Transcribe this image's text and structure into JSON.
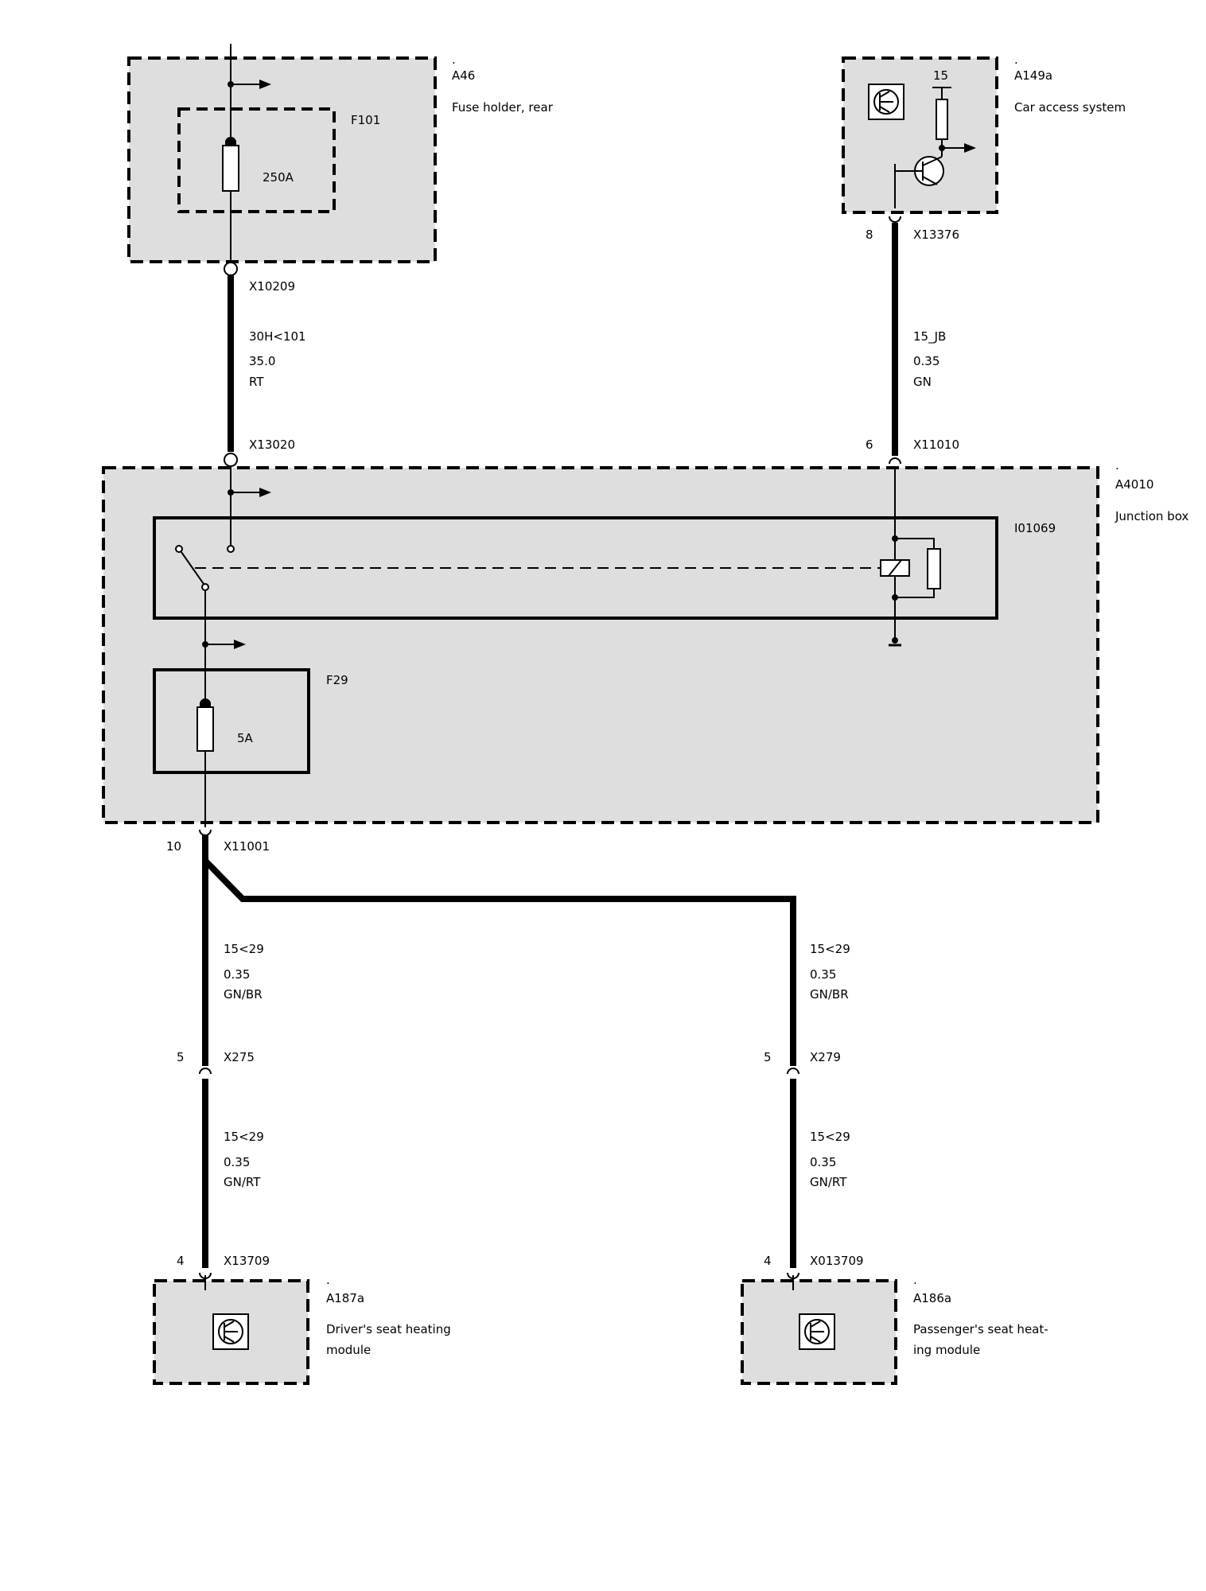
{
  "colors": {
    "module_fill": "#dedede",
    "line": "#000000"
  },
  "components": {
    "a46": {
      "dot": ".",
      "id": "A46",
      "desc": "Fuse holder, rear",
      "fuse_id": "F101",
      "fuse_rating": "250A"
    },
    "a149a": {
      "dot": ".",
      "id": "A149a",
      "desc": "Car access system",
      "terminal": "15",
      "icon": "transistor-icon"
    },
    "a4010": {
      "dot": ".",
      "id": "A4010",
      "desc": "Junction box",
      "relay_id": "I01069",
      "fuse_id": "F29",
      "fuse_rating": "5A"
    },
    "a187a": {
      "dot": ".",
      "id": "A187a",
      "desc_line1": "Driver's seat heating",
      "desc_line2": "module",
      "icon": "transistor-icon"
    },
    "a186a": {
      "dot": ".",
      "id": "A186a",
      "desc_line1": "Passenger's seat heat-",
      "desc_line2": "ing module",
      "icon": "transistor-icon"
    }
  },
  "connectors": {
    "x10209": {
      "name": "X10209"
    },
    "x13020": {
      "name": "X13020"
    },
    "x13376": {
      "name": "X13376",
      "pin": "8"
    },
    "x11010": {
      "name": "X11010",
      "pin": "6"
    },
    "x11001": {
      "name": "X11001",
      "pin": "10"
    },
    "x275": {
      "name": "X275",
      "pin": "5"
    },
    "x279": {
      "name": "X279",
      "pin": "5"
    },
    "x13709": {
      "name": "X13709",
      "pin": "4"
    },
    "x013709": {
      "name": "X013709",
      "pin": "4"
    }
  },
  "wires": {
    "w1": {
      "signal": "30H<101",
      "size": "35.0",
      "color": "RT"
    },
    "w2": {
      "signal": "15_JB",
      "size": "0.35",
      "color": "GN"
    },
    "w3": {
      "signal": "15<29",
      "size": "0.35",
      "color": "GN/BR"
    },
    "w4": {
      "signal": "15<29",
      "size": "0.35",
      "color": "GN/BR"
    },
    "w5": {
      "signal": "15<29",
      "size": "0.35",
      "color": "GN/RT"
    },
    "w6": {
      "signal": "15<29",
      "size": "0.35",
      "color": "GN/RT"
    }
  }
}
